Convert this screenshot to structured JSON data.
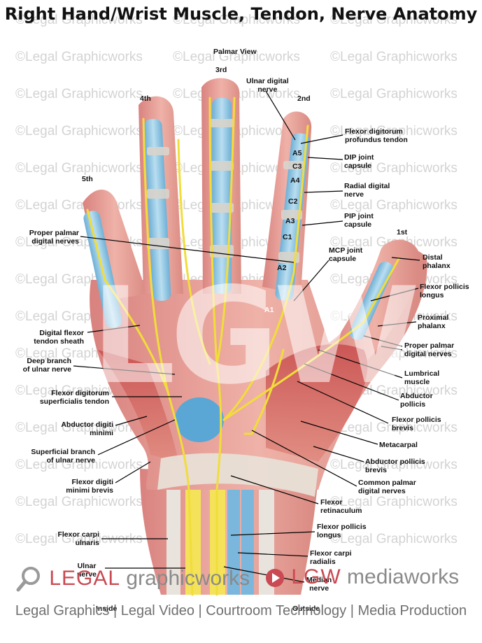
{
  "title": "Right Hand/Wrist Muscle, Tendon, Nerve Anatomy",
  "watermark": "©Legal Graphicworks",
  "big_watermark": "LGW",
  "caption": "Legal Graphics | Legal Video | Courtroom Technology | Media Production",
  "brand_left": {
    "word1": "LEGAL",
    "word2": "graphicworks"
  },
  "brand_right": {
    "word1": "LGW",
    "word2": "mediaworks"
  },
  "labels": {
    "palmar_view": "Palmar View",
    "finger_3rd": "3rd",
    "finger_4th": "4th",
    "finger_2nd": "2nd",
    "finger_5th": "5th",
    "finger_1st": "1st",
    "ulnar_digital_nerve": "Ulnar digital\nnerve",
    "fdp_tendon": "Flexor digitorum\nprofundus tendon",
    "dip_capsule": "DIP joint\ncapsule",
    "radial_digital_nerve": "Radial digital\nnerve",
    "pip_capsule": "PIP joint\ncapsule",
    "mcp_capsule": "MCP joint\ncapsule",
    "a5": "A5",
    "c3": "C3",
    "a4": "A4",
    "c2": "C2",
    "a3": "A3",
    "c1": "C1",
    "a2": "A2",
    "a1": "A1",
    "proper_palmar_left": "Proper palmar\ndigital nerves",
    "distal_phalanx": "Distal\nphalanx",
    "fpl_upper": "Flexor pollicis\nlongus",
    "proximal_phalanx": "Proximal\nphalanx",
    "proper_palmar_right": "Proper palmar\ndigital nerves",
    "digital_flexor_sheath": "Digital flexor\ntendon sheath",
    "deep_branch_ulnar": "Deep branch\nof ulnar nerve",
    "lumbrical": "Lumbrical\nmuscle",
    "fds_tendon": "Flexor digitorum\nsuperficialis tendon",
    "abductor_pollicis": "Abductor\npollicis",
    "abductor_digiti": "Abductor digiti\nminimi",
    "fpb": "Flexor pollicis\nbrevis",
    "metacarpal": "Metacarpal",
    "superficial_branch_ulnar": "Superficial branch\nof ulnar nerve",
    "abductor_pollicis_brevis": "Abductor pollicis\nbrevis",
    "flexor_digiti_minimi": "Flexor digiti\nminimi brevis",
    "common_palmar": "Common palmar\ndigital nerves",
    "flexor_retinaculum": "Flexor\nretinaculum",
    "flexor_carpi_ulnaris": "Flexor carpi\nulnaris",
    "fpl_lower": "Flexor pollicis\nlongus",
    "flexor_carpi_radialis": "Flexor carpi\nradialis",
    "ulnar_nerve": "Ulnar\nnerve",
    "median_nerve": "Median\nnerve",
    "inside": "Inside",
    "outside": "Outside"
  }
}
